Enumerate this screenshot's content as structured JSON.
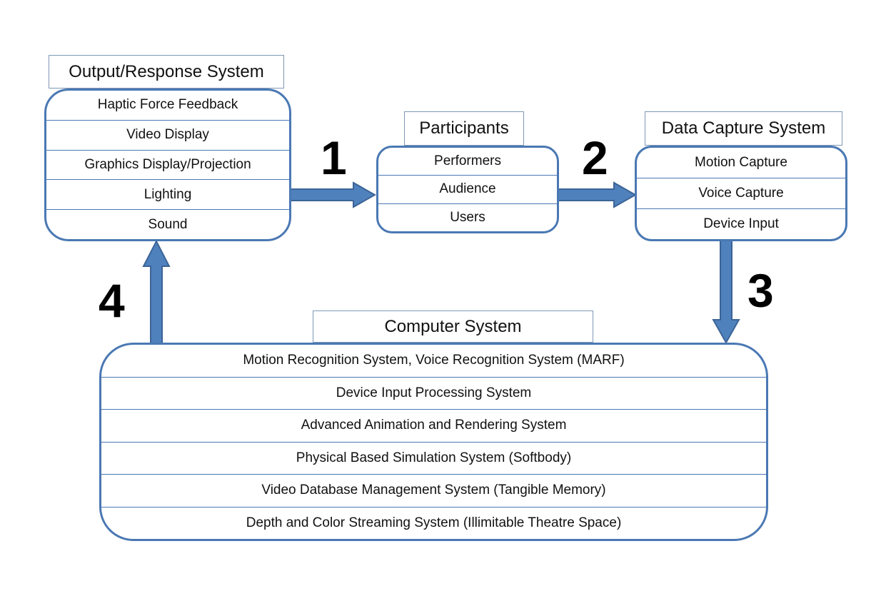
{
  "output_system": {
    "title": "Output/Response System",
    "items": [
      "Haptic Force Feedback",
      "Video Display",
      "Graphics Display/Projection",
      "Lighting",
      "Sound"
    ]
  },
  "participants": {
    "title": "Participants",
    "items": [
      "Performers",
      "Audience",
      "Users"
    ]
  },
  "data_capture": {
    "title": "Data Capture System",
    "items": [
      "Motion Capture",
      "Voice Capture",
      "Device Input"
    ]
  },
  "computer_system": {
    "title": "Computer System",
    "items": [
      "Motion Recognition System, Voice Recognition System (MARF)",
      "Device Input Processing System",
      "Advanced Animation and Rendering System",
      "Physical Based Simulation System (Softbody)",
      "Video Database Management System (Tangible Memory)",
      "Depth and Color Streaming System (Illimitable Theatre Space)"
    ]
  },
  "steps": [
    "1",
    "2",
    "3",
    "4"
  ],
  "colors": {
    "border": "#4a78b3",
    "arrow_fill": "#4f81bd",
    "arrow_stroke": "#3c6496"
  }
}
